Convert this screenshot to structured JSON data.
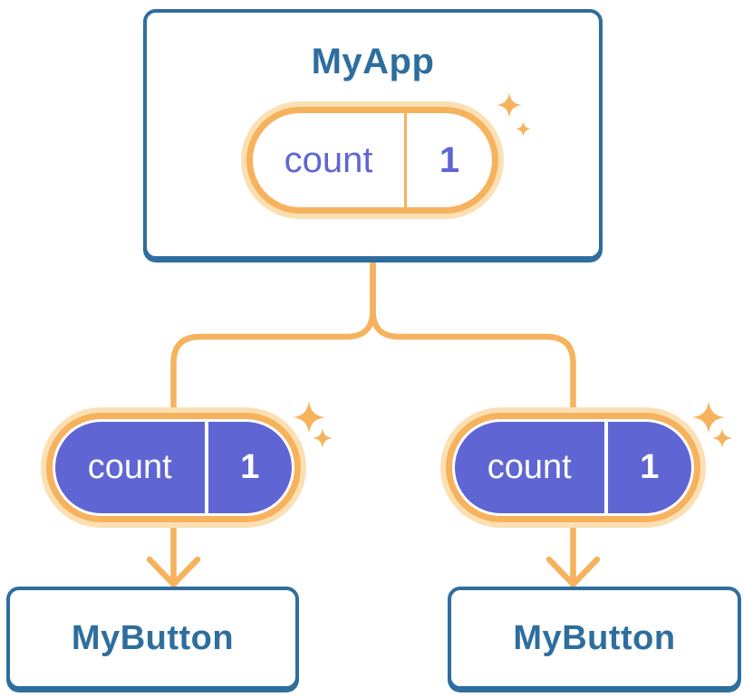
{
  "colors": {
    "blue": "#2E6E9E",
    "orange": "#F6B25D",
    "halo": "#FBE0B3",
    "purple": "#5F66D3",
    "card-bg": "#FFFFFF"
  },
  "root_component": {
    "title": "MyApp",
    "state_pill": {
      "name": "count",
      "value": "1"
    },
    "sparkle": "sparkles-icon"
  },
  "children": [
    {
      "title": "MyButton",
      "prop_pill": {
        "name": "count",
        "value": "1"
      },
      "sparkle": "sparkles-icon"
    },
    {
      "title": "MyButton",
      "prop_pill": {
        "name": "count",
        "value": "1"
      },
      "sparkle": "sparkles-icon"
    }
  ]
}
